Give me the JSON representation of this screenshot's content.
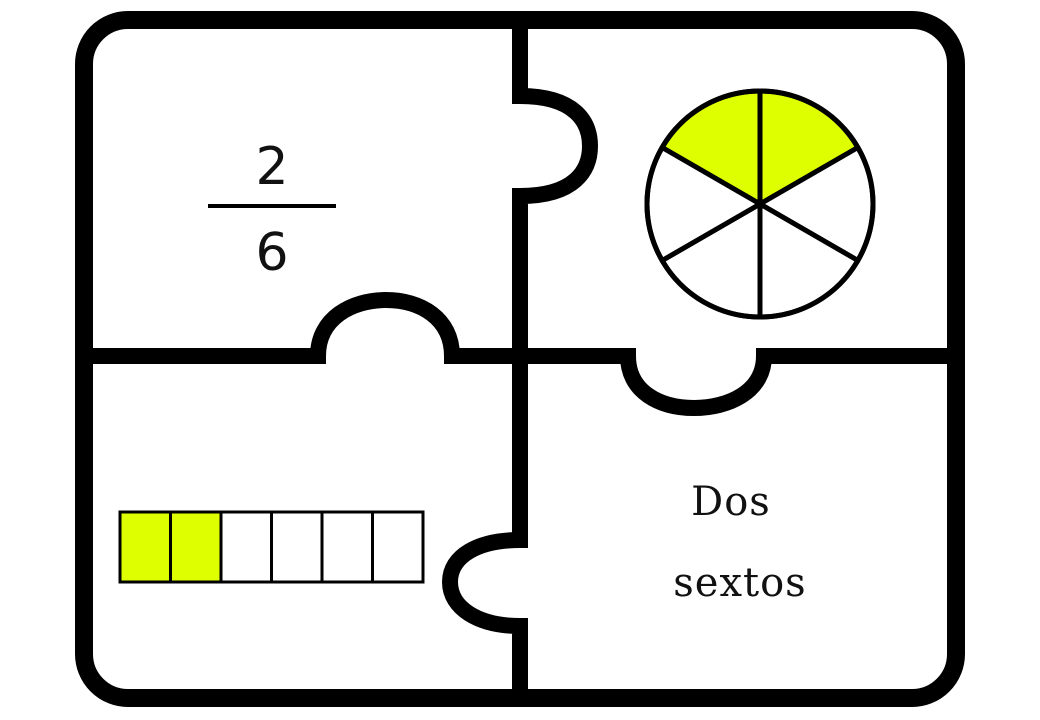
{
  "puzzle": {
    "numerator": "2",
    "denominator": "6",
    "words": [
      "Dos",
      "sextos"
    ],
    "shaded_parts": 2,
    "total_parts": 6,
    "shade_color": "#DDFF00",
    "outline_color": "#000000",
    "background_color": "#FFFFFF"
  }
}
